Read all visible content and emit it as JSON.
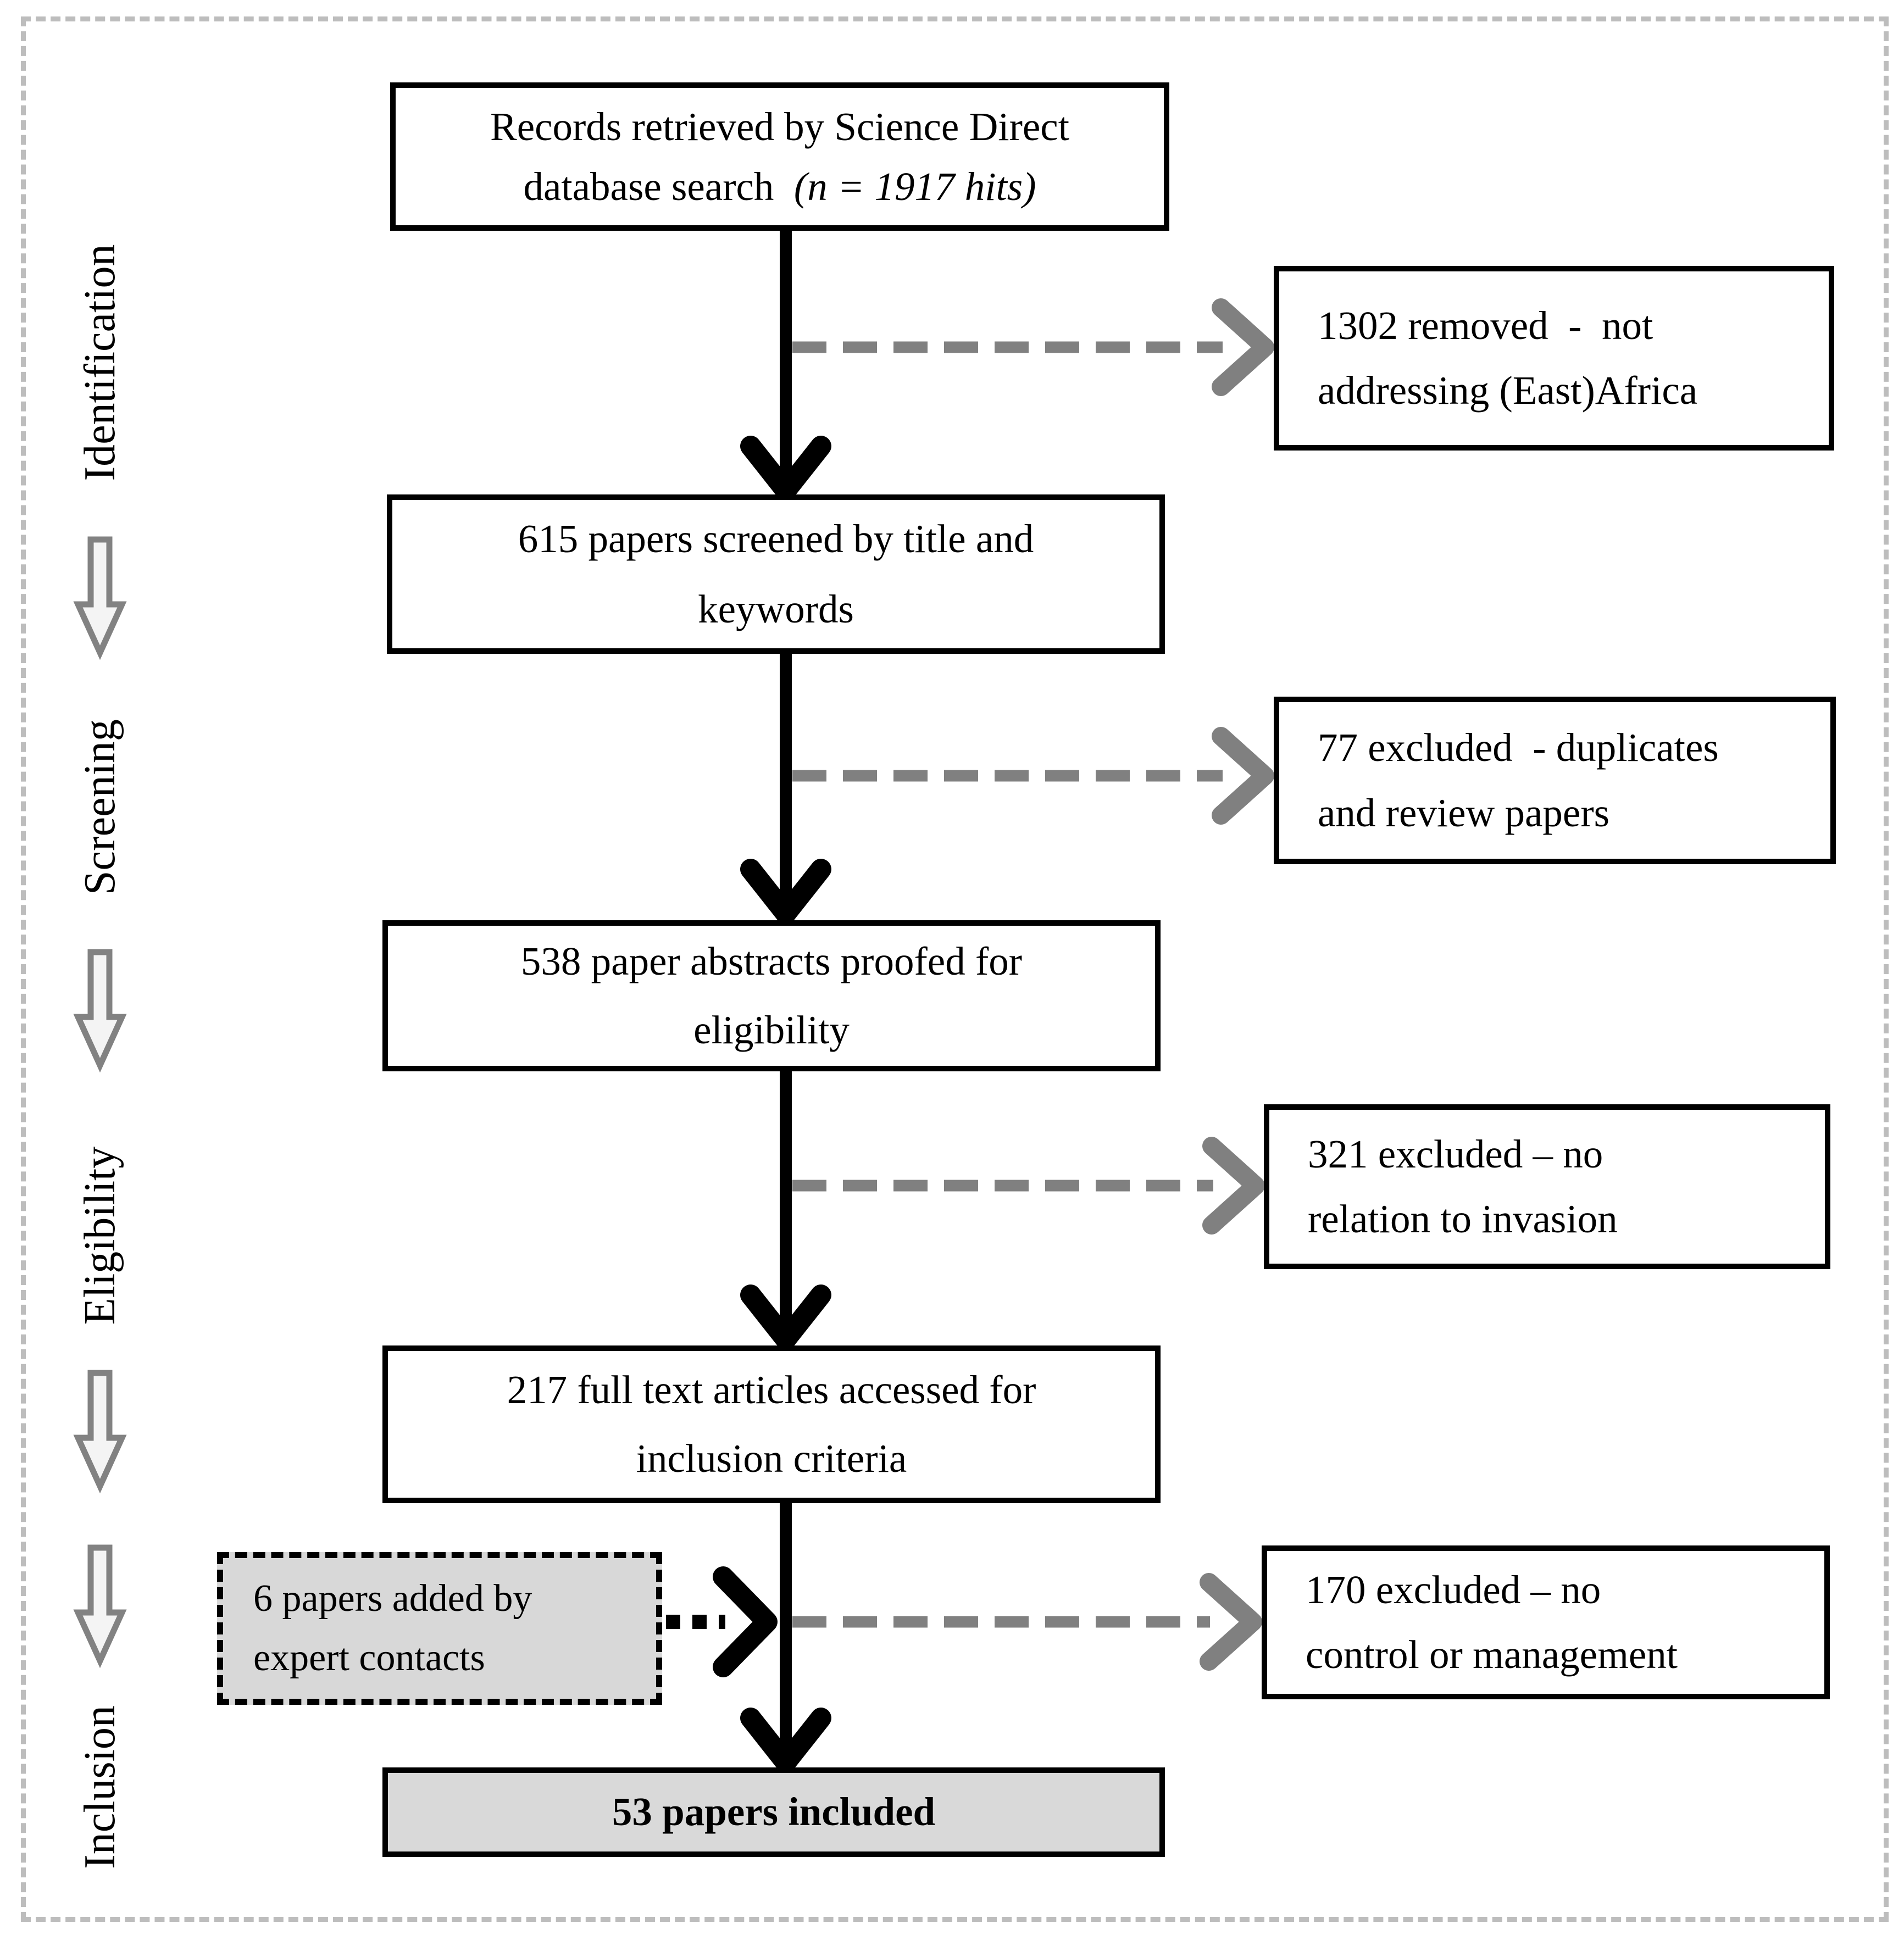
{
  "figure": {
    "type": "prisma-flow-diagram",
    "stages": [
      {
        "label": "Identification"
      },
      {
        "label": "Screening"
      },
      {
        "label": "Eligibility"
      },
      {
        "label": "Inclusion"
      }
    ],
    "flow_boxes": {
      "records": {
        "line1": "Records retrieved by Science Direct",
        "line2_regular": "database search  ",
        "line2_italic": "(n = 1917 hits)"
      },
      "screened": {
        "text": "615 papers screened by title and\nkeywords"
      },
      "abstracts": {
        "text": "538 paper abstracts proofed for\neligibility"
      },
      "fulltext": {
        "text": "217 full text articles accessed for\ninclusion criteria"
      },
      "expert": {
        "text": "6 papers added by\nexpert contacts"
      },
      "included": {
        "text": "53 papers included"
      }
    },
    "exclusion_boxes": [
      {
        "text": "1302 removed  -  not\naddressing (East)Africa"
      },
      {
        "text": "77 excluded  - duplicates\nand review papers"
      },
      {
        "text": "321 excluded – no\nrelation to invasion"
      },
      {
        "text": "170 excluded – no\ncontrol or management"
      }
    ],
    "colors": {
      "flow_arrow": "#000000",
      "exclusion_arrow": "#808080",
      "stage_arrow_outline": "#828282",
      "stage_arrow_fill": "#f4f4f4",
      "highlight_box_fill": "#d9d9d9",
      "figure_border": "#bdbdbd"
    }
  }
}
